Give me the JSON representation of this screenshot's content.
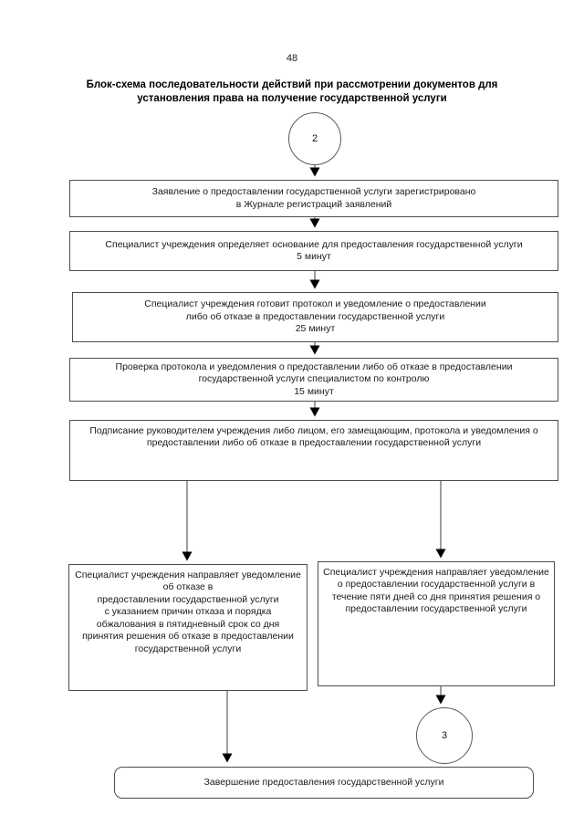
{
  "page": {
    "number": "48",
    "title": "Блок-схема последовательности действий при рассмотрении документов для\nустановления права на получение государственной услуги"
  },
  "flowchart": {
    "start_connector": {
      "label": "2"
    },
    "end_connector": {
      "label": "3"
    },
    "nodes": {
      "registered": {
        "text": "Заявление о предоставлении государственной услуги зарегистрировано\nв Журнале регистраций заявлений"
      },
      "determine_basis": {
        "text": "Специалист учреждения определяет основание для предоставления государственной услуги\n5 минут"
      },
      "prepare_protocol": {
        "text": "Специалист учреждения готовит протокол и уведомление о предоставлении\nлибо об отказе в предоставлении государственной услуги\n25 минут"
      },
      "check_protocol": {
        "text": "Проверка протокола и уведомления о предоставлении либо об отказе в предоставлении\nгосударственной услуги специалистом по контролю\n15 минут"
      },
      "signing": {
        "text": "Подписание руководителем учреждения либо лицом, его замещающим, протокола и уведомления о\nпредоставлении либо об отказе в предоставлении государственной услуги"
      },
      "notify_refusal": {
        "text": "Специалист учреждения направляет уведомление\nоб отказе в\nпредоставлении государственной услуги\nс указанием причин отказа и порядка\nобжалования в пятидневный срок со дня\nпринятия решения об отказе в предоставлении\nгосударственной услуги"
      },
      "notify_provision": {
        "text": "Специалист учреждения направляет уведомление\nо предоставлении государственной услуги в\nтечение пяти дней со дня принятия решения о\nпредоставлении государственной услуги"
      },
      "completion": {
        "text": "Завершение предоставления государственной услуги"
      }
    }
  },
  "colors": {
    "background": "#ffffff",
    "box_border": "#4d4d4d",
    "text": "#1a1a1a",
    "arrow": "#3c3c3c"
  }
}
